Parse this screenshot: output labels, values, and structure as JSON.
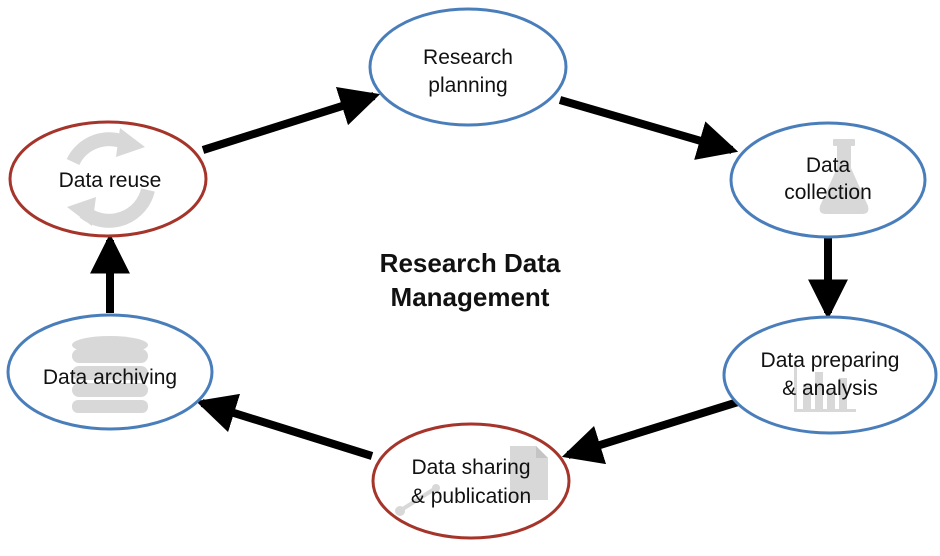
{
  "diagram": {
    "center_title": {
      "line1": "Research Data",
      "line2": "Management"
    },
    "colors": {
      "plan_stage_border": "#4a7ebb",
      "reuse_stage_border": "#a5352a",
      "arrow": "#000000",
      "icon": "#d8d8d8"
    },
    "nodes": {
      "research_planning": {
        "line1": "Research",
        "line2": "planning"
      },
      "data_collection": {
        "line1": "Data",
        "line2": "collection",
        "icon": "flask-icon"
      },
      "data_preparing": {
        "line1": "Data preparing",
        "line2": "& analysis",
        "icon": "bar-chart-icon"
      },
      "data_sharing": {
        "line1": "Data sharing",
        "line2": "& publication",
        "icon": "document-share-icon"
      },
      "data_archiving": {
        "line1": "Data archiving",
        "icon": "database-icon"
      },
      "data_reuse": {
        "line1": "Data reuse",
        "icon": "recycle-icon"
      }
    }
  }
}
